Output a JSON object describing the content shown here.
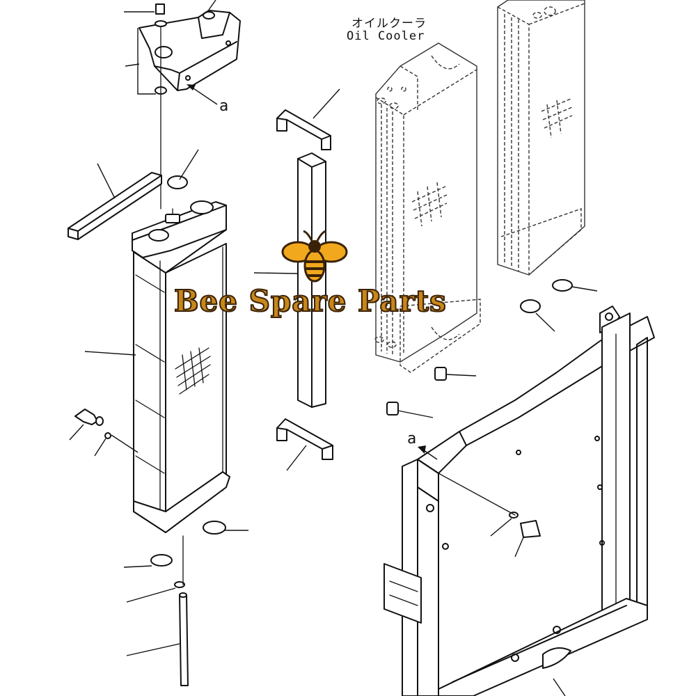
{
  "labels": {
    "oil_cooler_jp": "オイルクーラ",
    "oil_cooler_en": "Oil Cooler",
    "ref_a_top": "a",
    "ref_a_frame": "a"
  },
  "watermark": {
    "text": "Bee Spare Parts",
    "icon": "bee-icon",
    "color_body": "#f2a81d",
    "color_outline": "#3a2208"
  },
  "colors": {
    "ink": "#111111",
    "background": "#ffffff"
  }
}
